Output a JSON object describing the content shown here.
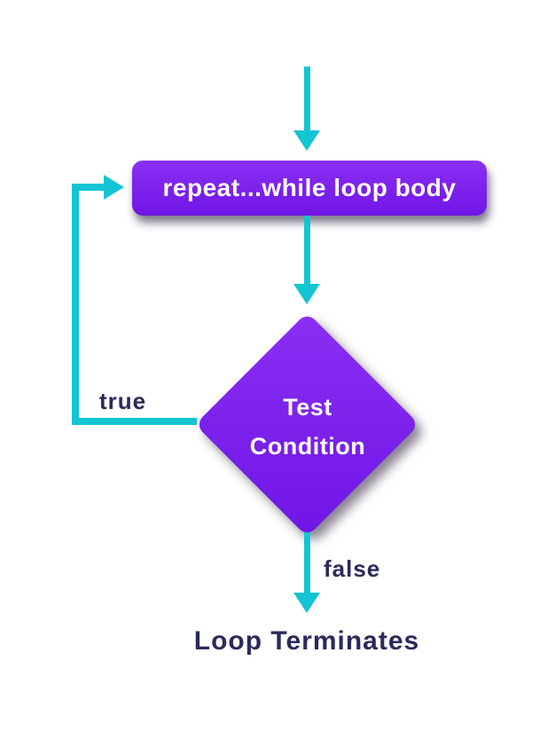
{
  "colors": {
    "background": "#ffffff",
    "accent-teal": "#13c5d3",
    "node-gradient-start": "#8a2ff2",
    "node-gradient-end": "#7015e6",
    "node-text": "#ffffff",
    "label-text": "#2b2a5c"
  },
  "diagram": {
    "type": "flowchart",
    "nodes": {
      "loop_body": {
        "shape": "rounded-rectangle",
        "label": "repeat...while loop body"
      },
      "test_condition": {
        "shape": "diamond",
        "label_line1": "Test",
        "label_line2": "Condition"
      }
    },
    "edge_labels": {
      "true_branch": "true",
      "false_branch": "false"
    },
    "terminal_label": "Loop Terminates"
  }
}
